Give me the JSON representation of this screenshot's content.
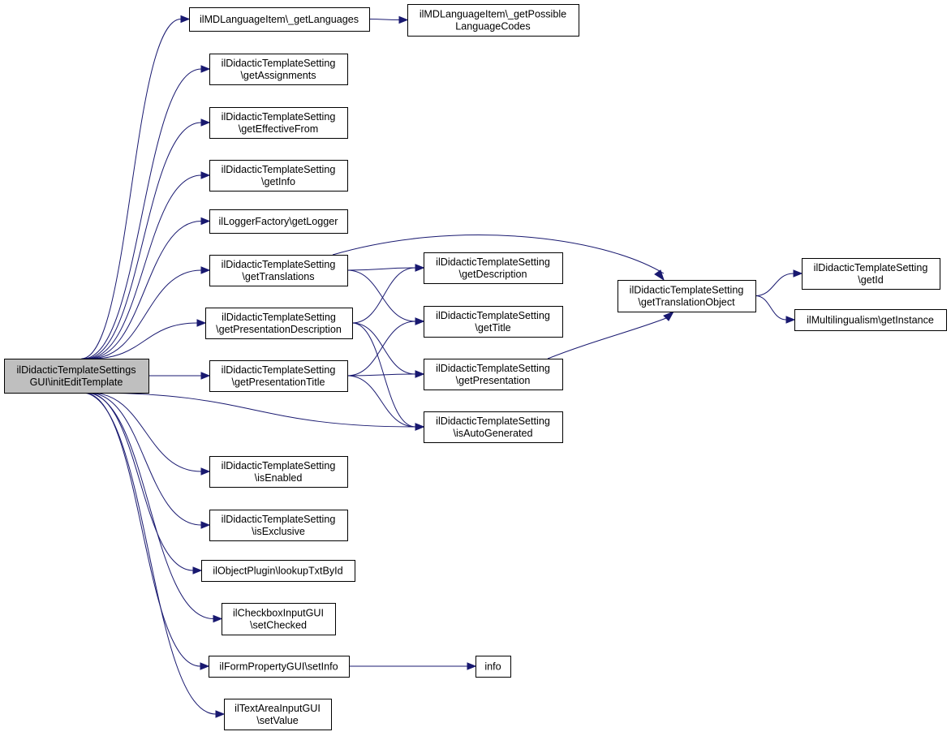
{
  "nodes": [
    {
      "id": "root",
      "lines": [
        "ilDidacticTemplateSettings",
        "GUI\\initEditTemplate"
      ],
      "highlighted": true
    },
    {
      "id": "n1",
      "lines": [
        "ilMDLanguageItem\\_getLanguages"
      ]
    },
    {
      "id": "n2",
      "lines": [
        "ilMDLanguageItem\\_getPossible",
        "LanguageCodes"
      ]
    },
    {
      "id": "n3",
      "lines": [
        "ilDidacticTemplateSetting",
        "\\getAssignments"
      ]
    },
    {
      "id": "n4",
      "lines": [
        "ilDidacticTemplateSetting",
        "\\getEffectiveFrom"
      ]
    },
    {
      "id": "n5",
      "lines": [
        "ilDidacticTemplateSetting",
        "\\getInfo"
      ]
    },
    {
      "id": "n6",
      "lines": [
        "ilLoggerFactory\\getLogger"
      ]
    },
    {
      "id": "n7",
      "lines": [
        "ilDidacticTemplateSetting",
        "\\getTranslations"
      ]
    },
    {
      "id": "n8",
      "lines": [
        "ilDidacticTemplateSetting",
        "\\getPresentationDescription"
      ]
    },
    {
      "id": "n9",
      "lines": [
        "ilDidacticTemplateSetting",
        "\\getPresentationTitle"
      ]
    },
    {
      "id": "n10",
      "lines": [
        "ilDidacticTemplateSetting",
        "\\isEnabled"
      ]
    },
    {
      "id": "n11",
      "lines": [
        "ilDidacticTemplateSetting",
        "\\isExclusive"
      ]
    },
    {
      "id": "n12",
      "lines": [
        "ilObjectPlugin\\lookupTxtById"
      ]
    },
    {
      "id": "n13",
      "lines": [
        "ilCheckboxInputGUI",
        "\\setChecked"
      ]
    },
    {
      "id": "n14",
      "lines": [
        "ilFormPropertyGUI\\setInfo"
      ]
    },
    {
      "id": "n15",
      "lines": [
        "ilTextAreaInputGUI",
        "\\setValue"
      ]
    },
    {
      "id": "n16",
      "lines": [
        "ilDidacticTemplateSetting",
        "\\getDescription"
      ]
    },
    {
      "id": "n17",
      "lines": [
        "ilDidacticTemplateSetting",
        "\\getTitle"
      ]
    },
    {
      "id": "n18",
      "lines": [
        "ilDidacticTemplateSetting",
        "\\getPresentation"
      ]
    },
    {
      "id": "n19",
      "lines": [
        "ilDidacticTemplateSetting",
        "\\isAutoGenerated"
      ]
    },
    {
      "id": "n20",
      "lines": [
        "ilDidacticTemplateSetting",
        "\\getTranslationObject"
      ]
    },
    {
      "id": "n21",
      "lines": [
        "ilDidacticTemplateSetting",
        "\\getId"
      ]
    },
    {
      "id": "n22",
      "lines": [
        "ilMultilingualism\\getInstance"
      ]
    },
    {
      "id": "n23",
      "lines": [
        "info"
      ]
    }
  ],
  "edges": [
    [
      "root",
      "n1"
    ],
    [
      "root",
      "n3"
    ],
    [
      "root",
      "n4"
    ],
    [
      "root",
      "n5"
    ],
    [
      "root",
      "n6"
    ],
    [
      "root",
      "n7"
    ],
    [
      "root",
      "n8"
    ],
    [
      "root",
      "n9"
    ],
    [
      "root",
      "n19"
    ],
    [
      "root",
      "n10"
    ],
    [
      "root",
      "n11"
    ],
    [
      "root",
      "n12"
    ],
    [
      "root",
      "n13"
    ],
    [
      "root",
      "n14"
    ],
    [
      "root",
      "n15"
    ],
    [
      "n1",
      "n2"
    ],
    [
      "n7",
      "n16"
    ],
    [
      "n7",
      "n17"
    ],
    [
      "n7",
      "n20"
    ],
    [
      "n8",
      "n16"
    ],
    [
      "n8",
      "n18"
    ],
    [
      "n8",
      "n19"
    ],
    [
      "n9",
      "n17"
    ],
    [
      "n9",
      "n18"
    ],
    [
      "n9",
      "n19"
    ],
    [
      "n18",
      "n20"
    ],
    [
      "n20",
      "n21"
    ],
    [
      "n20",
      "n22"
    ],
    [
      "n14",
      "n23"
    ]
  ],
  "colors": {
    "edge": "#191970",
    "root_fill": "#bfbfbf",
    "node_fill": "#ffffff"
  }
}
